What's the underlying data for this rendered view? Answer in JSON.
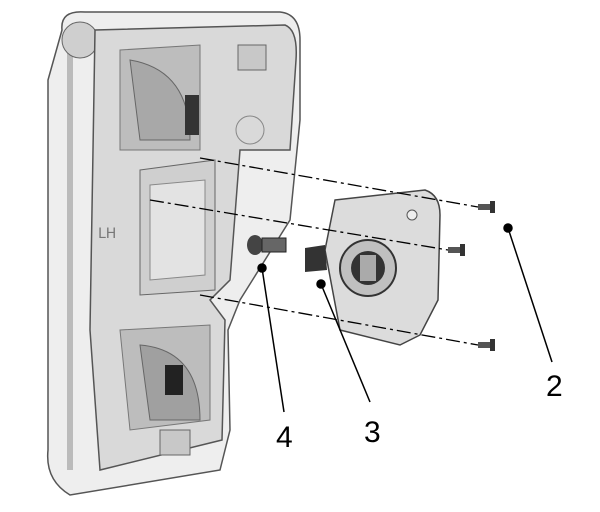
{
  "illustration": {
    "part_marking": "LH",
    "callouts": [
      {
        "label": "2"
      },
      {
        "label": "3"
      },
      {
        "label": "4"
      }
    ]
  },
  "colors": {
    "housing": "#d9d9d9",
    "housing_dark": "#9a9a9a",
    "lines": "#000000"
  }
}
